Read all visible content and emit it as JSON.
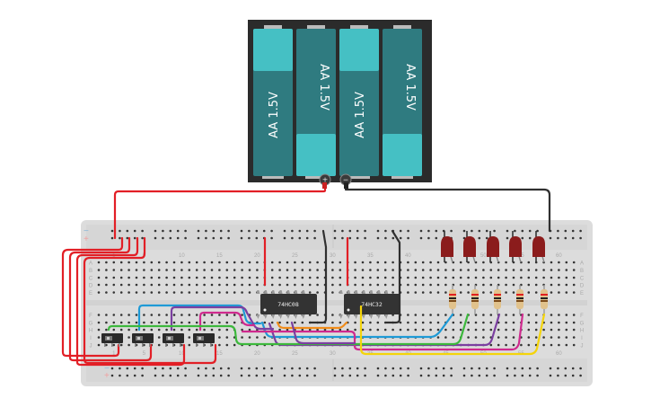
{
  "app": {
    "title": "Breadboard circuit"
  },
  "battery": {
    "cells": [
      {
        "label": "AA 1.5V",
        "orientation": "up"
      },
      {
        "label": "AA 1.5V",
        "orientation": "down"
      },
      {
        "label": "AA 1.5V",
        "orientation": "up"
      },
      {
        "label": "AA 1.5V",
        "orientation": "down"
      }
    ],
    "plus_symbol": "+",
    "minus_symbol": "−"
  },
  "breadboard": {
    "rail_minus": "−",
    "rail_plus": "+",
    "top_rows": [
      "A",
      "B",
      "C",
      "D",
      "E"
    ],
    "bottom_rows": [
      "F",
      "G",
      "H",
      "I",
      "J"
    ],
    "column_numbers": [
      "1",
      "5",
      "10",
      "15",
      "20",
      "25",
      "30",
      "35",
      "40",
      "45",
      "50",
      "55",
      "60"
    ]
  },
  "chips": [
    {
      "label": "74HC08"
    },
    {
      "label": "74HC32"
    }
  ],
  "switches_count": 4,
  "leds_count": 5,
  "resistors_count": 5,
  "colors": {
    "board": "#dcdcdc",
    "wire_red": "#e21f26",
    "wire_black": "#303030",
    "wire_blue": "#1e9ad6",
    "wire_green": "#3cb83c",
    "wire_purple": "#7b3fa0",
    "wire_magenta": "#cf2a8e",
    "wire_orange": "#f08c1a",
    "wire_yellow": "#f4d40a",
    "cell_dark": "#2f7b80",
    "cell_light": "#45c0c4",
    "led": "#8b1c1c"
  }
}
